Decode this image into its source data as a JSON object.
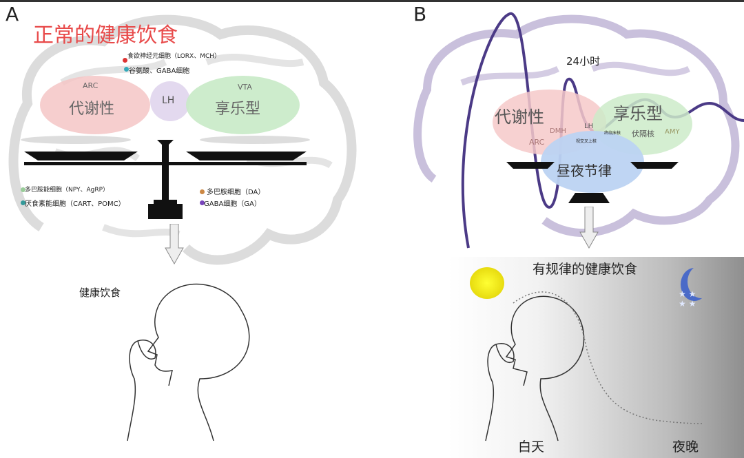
{
  "panelA": {
    "letter": "A",
    "title": "正常的健康饮食",
    "top_labels": [
      "食欲神经元细胞（LORX、MCH）",
      "谷氨酸、GABA细胞"
    ],
    "arc": "ARC",
    "metabolic": "代谢性",
    "lh": "LH",
    "vta": "VTA",
    "hedonic": "享乐型",
    "left_labels": [
      "多巴胺能细胞（NPY、AgRP）",
      "厌食素能细胞（CART、POMC）"
    ],
    "right_labels": [
      "多巴胺细胞（DA）",
      "GABA细胞（GA）"
    ],
    "eating": "健康饮食"
  },
  "panelB": {
    "letter": "B",
    "hours": "24小时",
    "metabolic": "代谢性",
    "hedonic": "享乐型",
    "dmh": "DMH",
    "arc": "ARC",
    "lh": "LH",
    "scn": "视交叉上核",
    "bnst": "终纹床核",
    "nac": "伏隔核",
    "amy": "AMY",
    "circadian": "昼夜节律",
    "title": "有规律的健康饮食",
    "day": "白天",
    "night": "夜晚"
  },
  "colors": {
    "title_red": "#e84a4a",
    "wave": "#4b3a86",
    "brain": "#d8d8d8",
    "brainB": "#c9c0dc"
  }
}
